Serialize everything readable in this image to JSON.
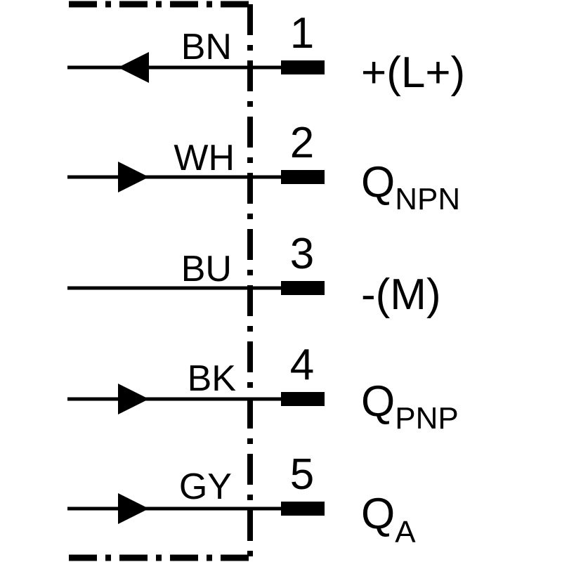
{
  "pins": [
    {
      "number": "1",
      "wire_color": "BN",
      "signal": "+(L+)",
      "signal_sub": "",
      "arrow": "in"
    },
    {
      "number": "2",
      "wire_color": "WH",
      "signal": "Q",
      "signal_sub": "NPN",
      "arrow": "out"
    },
    {
      "number": "3",
      "wire_color": "BU",
      "signal": "-(M)",
      "signal_sub": "",
      "arrow": "none"
    },
    {
      "number": "4",
      "wire_color": "BK",
      "signal": "Q",
      "signal_sub": "PNP",
      "arrow": "out"
    },
    {
      "number": "5",
      "wire_color": "GY",
      "signal": "Q",
      "signal_sub": "A",
      "arrow": "out"
    }
  ],
  "colors": {
    "line": "#000000",
    "background": "#ffffff"
  }
}
